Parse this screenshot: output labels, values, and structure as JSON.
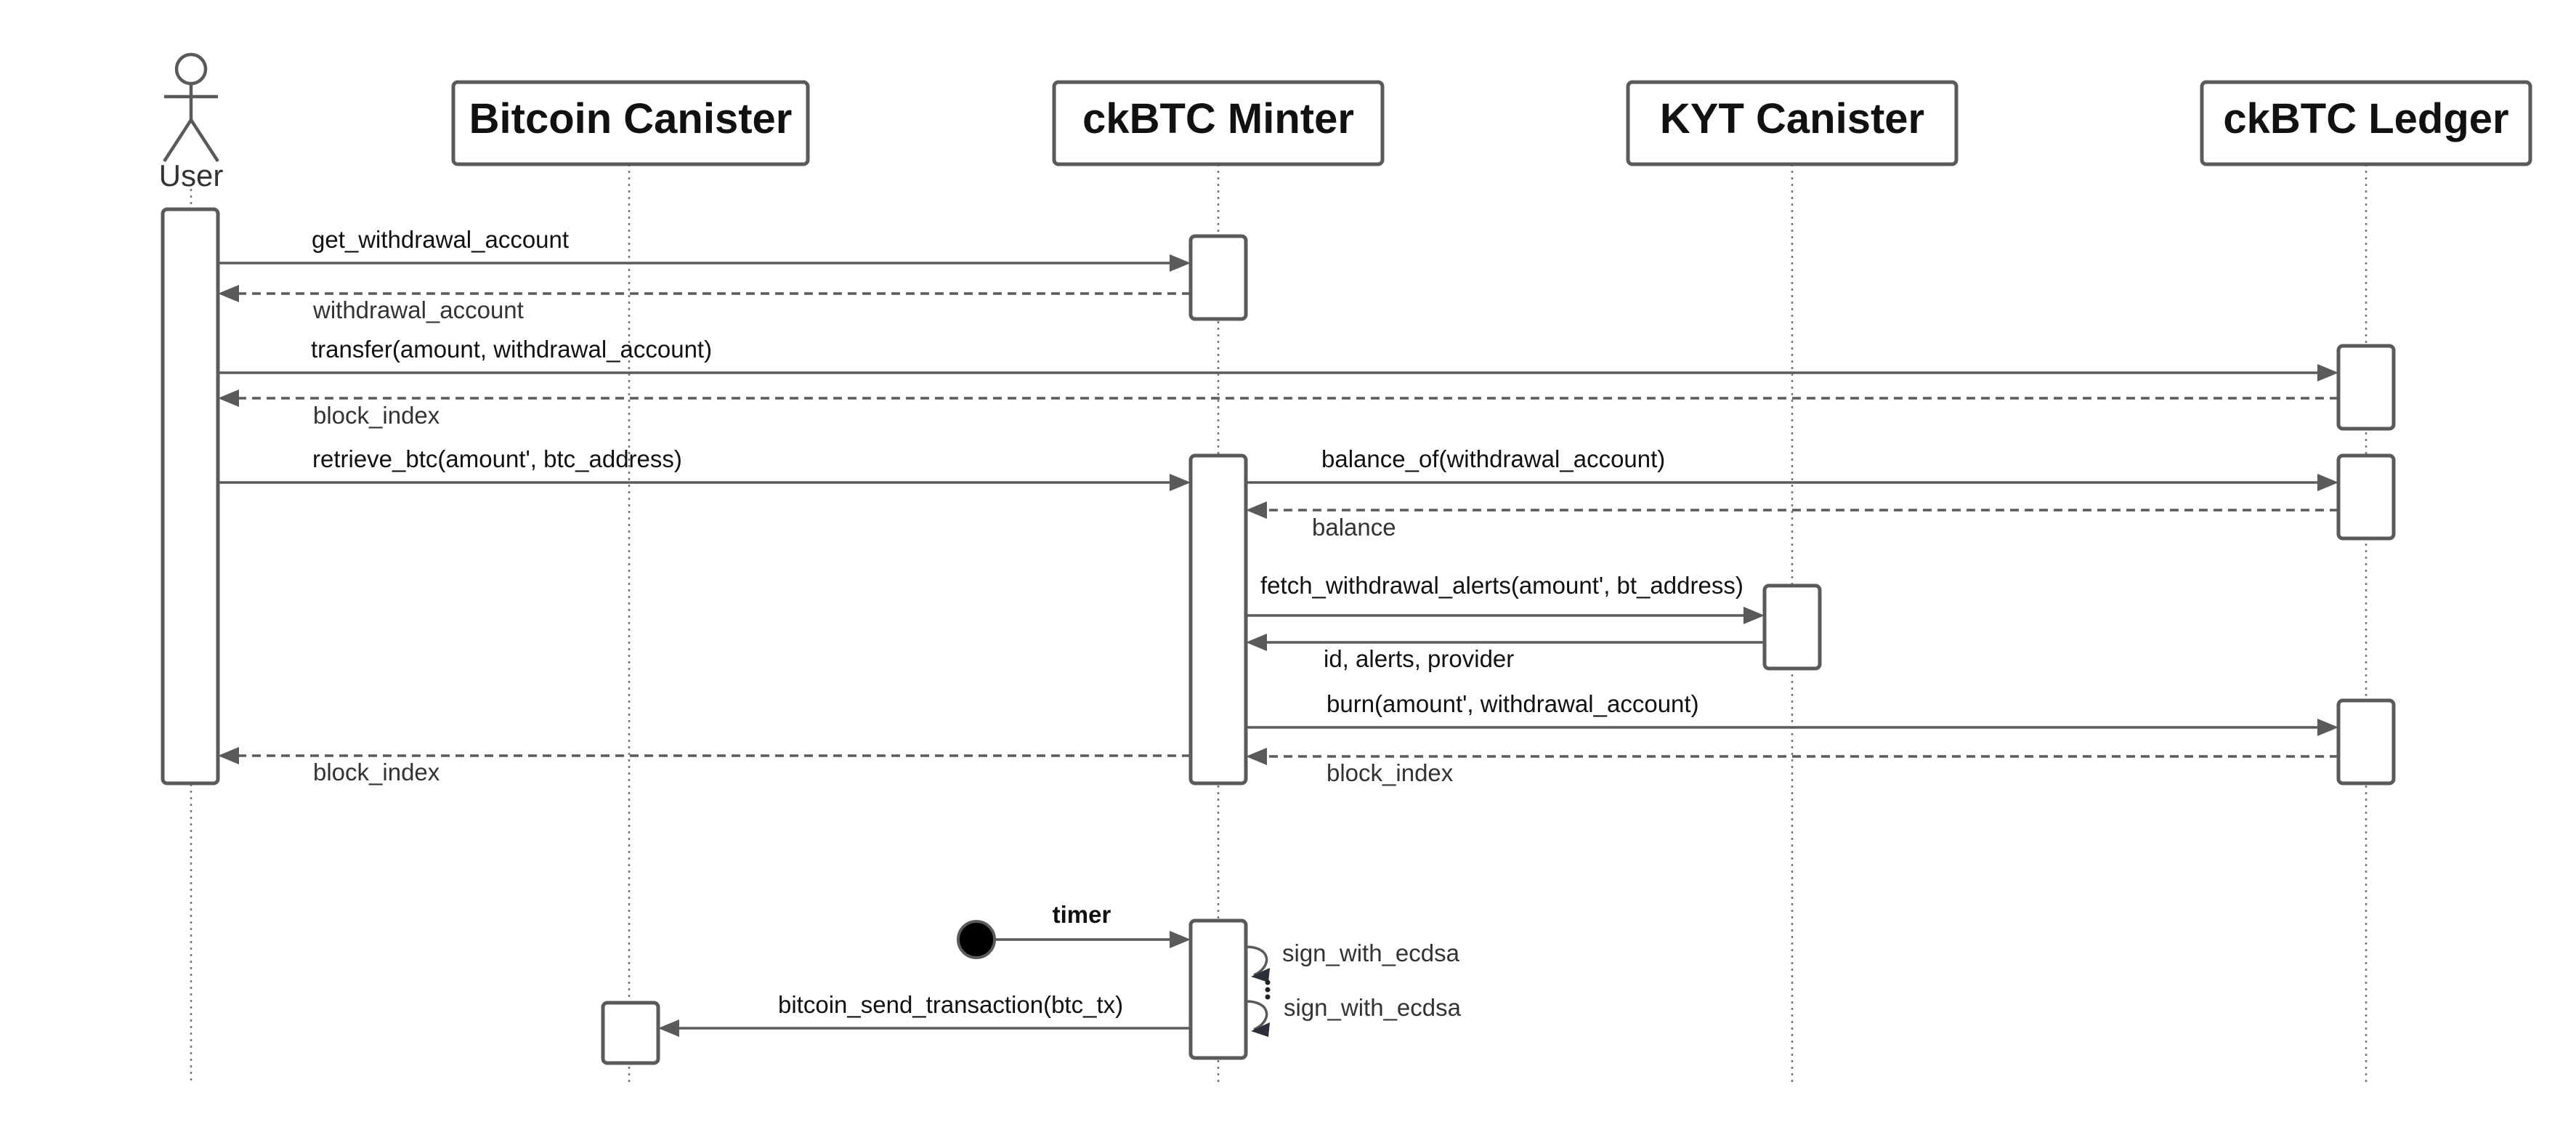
{
  "participants": [
    {
      "id": "user",
      "label": "User",
      "kind": "actor"
    },
    {
      "id": "bitcoin",
      "label": "Bitcoin Canister",
      "kind": "box"
    },
    {
      "id": "minter",
      "label": "ckBTC Minter",
      "kind": "box"
    },
    {
      "id": "kyt",
      "label": "KYT Canister",
      "kind": "box"
    },
    {
      "id": "ledger",
      "label": "ckBTC Ledger",
      "kind": "box"
    }
  ],
  "messages": [
    {
      "label": "get_withdrawal_account",
      "from": "user",
      "to": "minter",
      "style": "solid"
    },
    {
      "label": "withdrawal_account",
      "from": "minter",
      "to": "user",
      "style": "dashed"
    },
    {
      "label": "transfer(amount, withdrawal_account)",
      "from": "user",
      "to": "ledger",
      "style": "solid"
    },
    {
      "label": "block_index",
      "from": "ledger",
      "to": "user",
      "style": "dashed"
    },
    {
      "label": "retrieve_btc(amount', btc_address)",
      "from": "user",
      "to": "minter",
      "style": "solid"
    },
    {
      "label": "balance_of(withdrawal_account)",
      "from": "minter",
      "to": "ledger",
      "style": "solid"
    },
    {
      "label": "balance",
      "from": "ledger",
      "to": "minter",
      "style": "dashed"
    },
    {
      "label": "fetch_withdrawal_alerts(amount', bt_address)",
      "from": "minter",
      "to": "kyt",
      "style": "solid"
    },
    {
      "label": "id, alerts, provider",
      "from": "kyt",
      "to": "minter",
      "style": "solid"
    },
    {
      "label": "burn(amount', withdrawal_account)",
      "from": "minter",
      "to": "ledger",
      "style": "solid"
    },
    {
      "label": "block_index",
      "from": "minter",
      "to": "user",
      "style": "dashed"
    },
    {
      "label": "block_index",
      "from": "ledger",
      "to": "minter",
      "style": "dashed"
    },
    {
      "label": "timer",
      "from": "timer-start",
      "to": "minter",
      "style": "solid"
    },
    {
      "label": "sign_with_ecdsa",
      "from": "minter",
      "to": "minter",
      "style": "self"
    },
    {
      "label": "sign_with_ecdsa",
      "from": "minter",
      "to": "minter",
      "style": "self"
    },
    {
      "label": "bitcoin_send_transaction(btc_tx)",
      "from": "minter",
      "to": "bitcoin",
      "style": "solid"
    }
  ]
}
